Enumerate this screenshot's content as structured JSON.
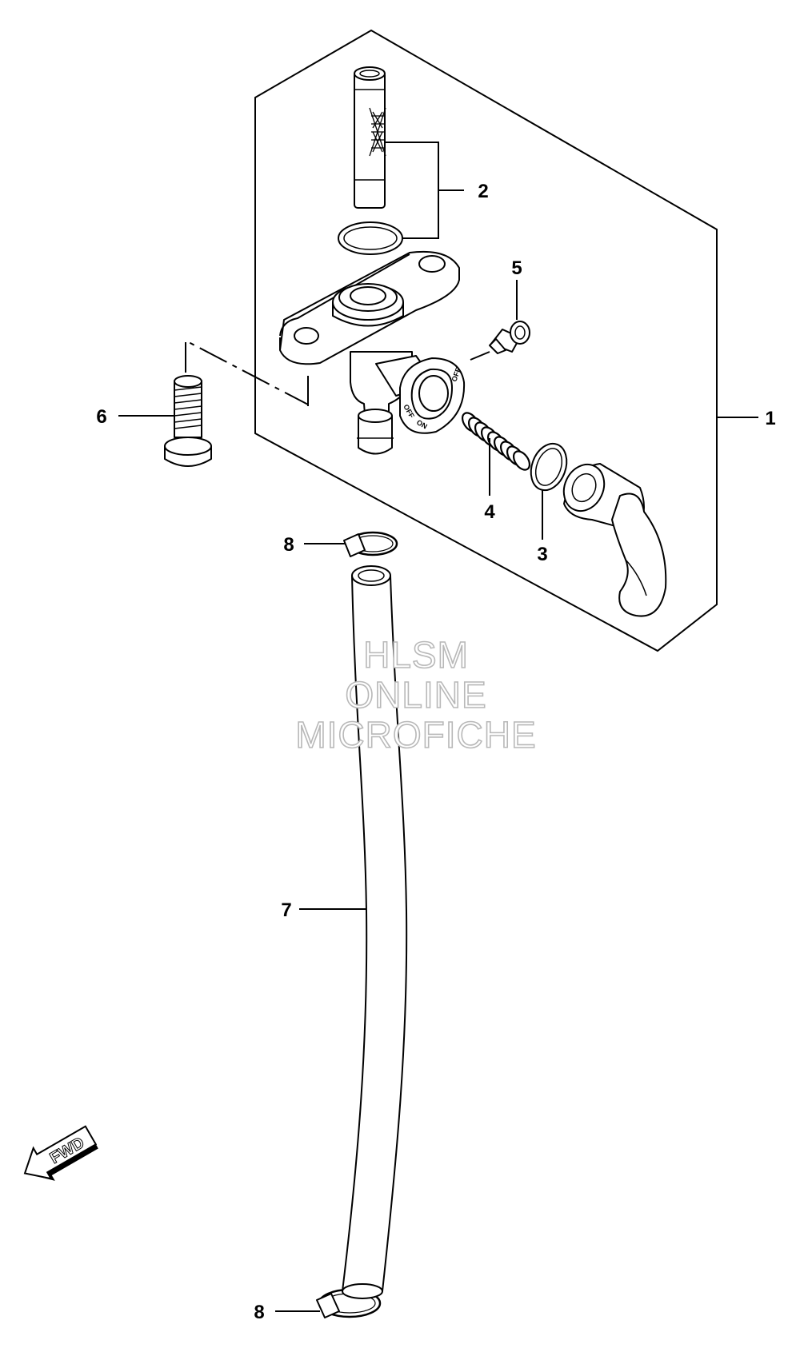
{
  "callouts": {
    "c1": "1",
    "c2": "2",
    "c3": "3",
    "c4": "4",
    "c5": "5",
    "c6": "6",
    "c7": "7",
    "c8a": "8",
    "c8b": "8"
  },
  "valve_marks": {
    "off1": "OFF",
    "off2": "OFF",
    "on": "ON"
  },
  "watermark": {
    "line1": "HLSM",
    "line2": "ONLINE",
    "line3": "MICROFICHE"
  },
  "fwd_label": "FWD"
}
